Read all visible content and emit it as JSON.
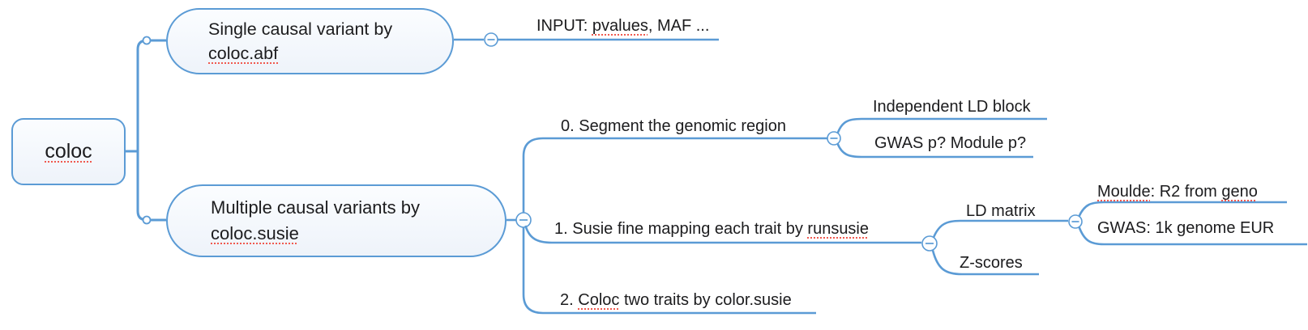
{
  "app": {
    "type": "mind-map diagram",
    "background": "#ffffff"
  },
  "colors": {
    "branch_line": "#5b9bd5",
    "node_border": "#5b9bd5",
    "node_fill_top": "#fbfdff",
    "node_fill_bottom": "#eef3fa",
    "text": "#1c1c1e",
    "spellcheck_underline": "#f0594f"
  },
  "icons": {
    "collapse_toggle": "minus-in-circle",
    "branch_point": "small-hollow-circle"
  },
  "nodes": {
    "root": {
      "label": "coloc"
    },
    "single_causal": {
      "line1": "Single causal variant by",
      "line2": "coloc.abf"
    },
    "input": {
      "p0": "INPUT: ",
      "p1": "pvalues",
      "p2": ", MAF ..."
    },
    "multiple_causal": {
      "line1": "Multiple causal variants by",
      "line2": "coloc.susie"
    },
    "segment_region": {
      "label": "0. Segment the genomic region"
    },
    "independent_ld_block": {
      "label": "Independent LD block"
    },
    "gwas_module_p": {
      "label": "GWAS p? Module p?"
    },
    "susie_fine_mapping": {
      "p0": "1. Susie fine mapping each trait by ",
      "p1": "runsusie"
    },
    "ld_matrix": {
      "label": "LD matrix"
    },
    "z_scores": {
      "label": "Z-scores"
    },
    "moulde_r2": {
      "p0": "Moulde",
      "p1": ": R2 from ",
      "p2": "geno"
    },
    "gwas_1k_genome": {
      "label": "GWAS: 1k genome EUR"
    },
    "coloc_two_traits": {
      "p0": "2. ",
      "p1": "Coloc",
      "p2": " two traits by color.susie"
    }
  }
}
